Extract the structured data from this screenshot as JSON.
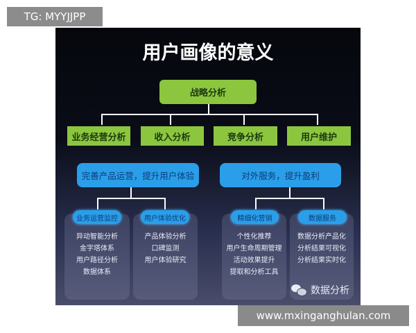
{
  "watermark_top": "TG: MYYJJPP",
  "watermark_bottom": "www.mxinganghulan.com",
  "title": "用户画像的意义",
  "root": "战略分析",
  "level2": [
    "业务经营分析",
    "收入分析",
    "竞争分析",
    "用户维护"
  ],
  "groups": [
    {
      "label": "完善产品运营，提升用户体验",
      "subs": [
        {
          "label": "业务运营监控",
          "items": [
            "异动智能分析",
            "金字塔体系",
            "用户路径分析",
            "数据体系"
          ]
        },
        {
          "label": "用户体验优化",
          "items": [
            "产品体验分析",
            "口碑监测",
            "用户体验研究"
          ]
        }
      ]
    },
    {
      "label": "对外服务，提升盈利",
      "subs": [
        {
          "label": "精细化营销",
          "items": [
            "个性化推荐",
            "用户生命周期管理",
            "活动效果提升",
            "提取和分析工具"
          ]
        },
        {
          "label": "数据服务",
          "items": [
            "数据分析产品化",
            "分析结果可视化",
            "分析结果实时化"
          ]
        }
      ]
    }
  ],
  "brand": "数据分析",
  "colors": {
    "green": "#8cc63f",
    "blue": "#2a9ee8"
  }
}
